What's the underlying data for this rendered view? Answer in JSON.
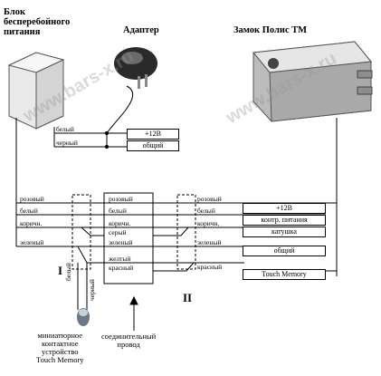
{
  "labels": {
    "ups": "Блок\nбесперебойного\nпитания",
    "adapter": "Адаптер",
    "lock": "Замок Полис ТМ",
    "roman1": "I",
    "roman2": "II",
    "cable_caption": "соединительный\nпровод",
    "tm_caption": "миниатюрное\nконтактное\nустройство\nTouch Memory"
  },
  "power": {
    "wires": [
      "белый",
      "черный"
    ],
    "terminals": [
      "+12В",
      "общий"
    ]
  },
  "ups_wires": [
    "розовый",
    "белый",
    "коричн.",
    "зеленый"
  ],
  "cable_wires": [
    "розовый",
    "белый",
    "коричн.",
    "серый",
    "зеленый",
    "желтый",
    "красный"
  ],
  "lock_wires": [
    "розовый",
    "белый",
    "коричн.",
    "зеленый",
    "красный"
  ],
  "lock_terminals": [
    "+12В",
    "контр. питания",
    "катушка",
    "общий",
    "Touch Memory"
  ],
  "tm_wires": [
    "белый",
    "черный"
  ],
  "watermark": "www.bars-x.ru"
}
